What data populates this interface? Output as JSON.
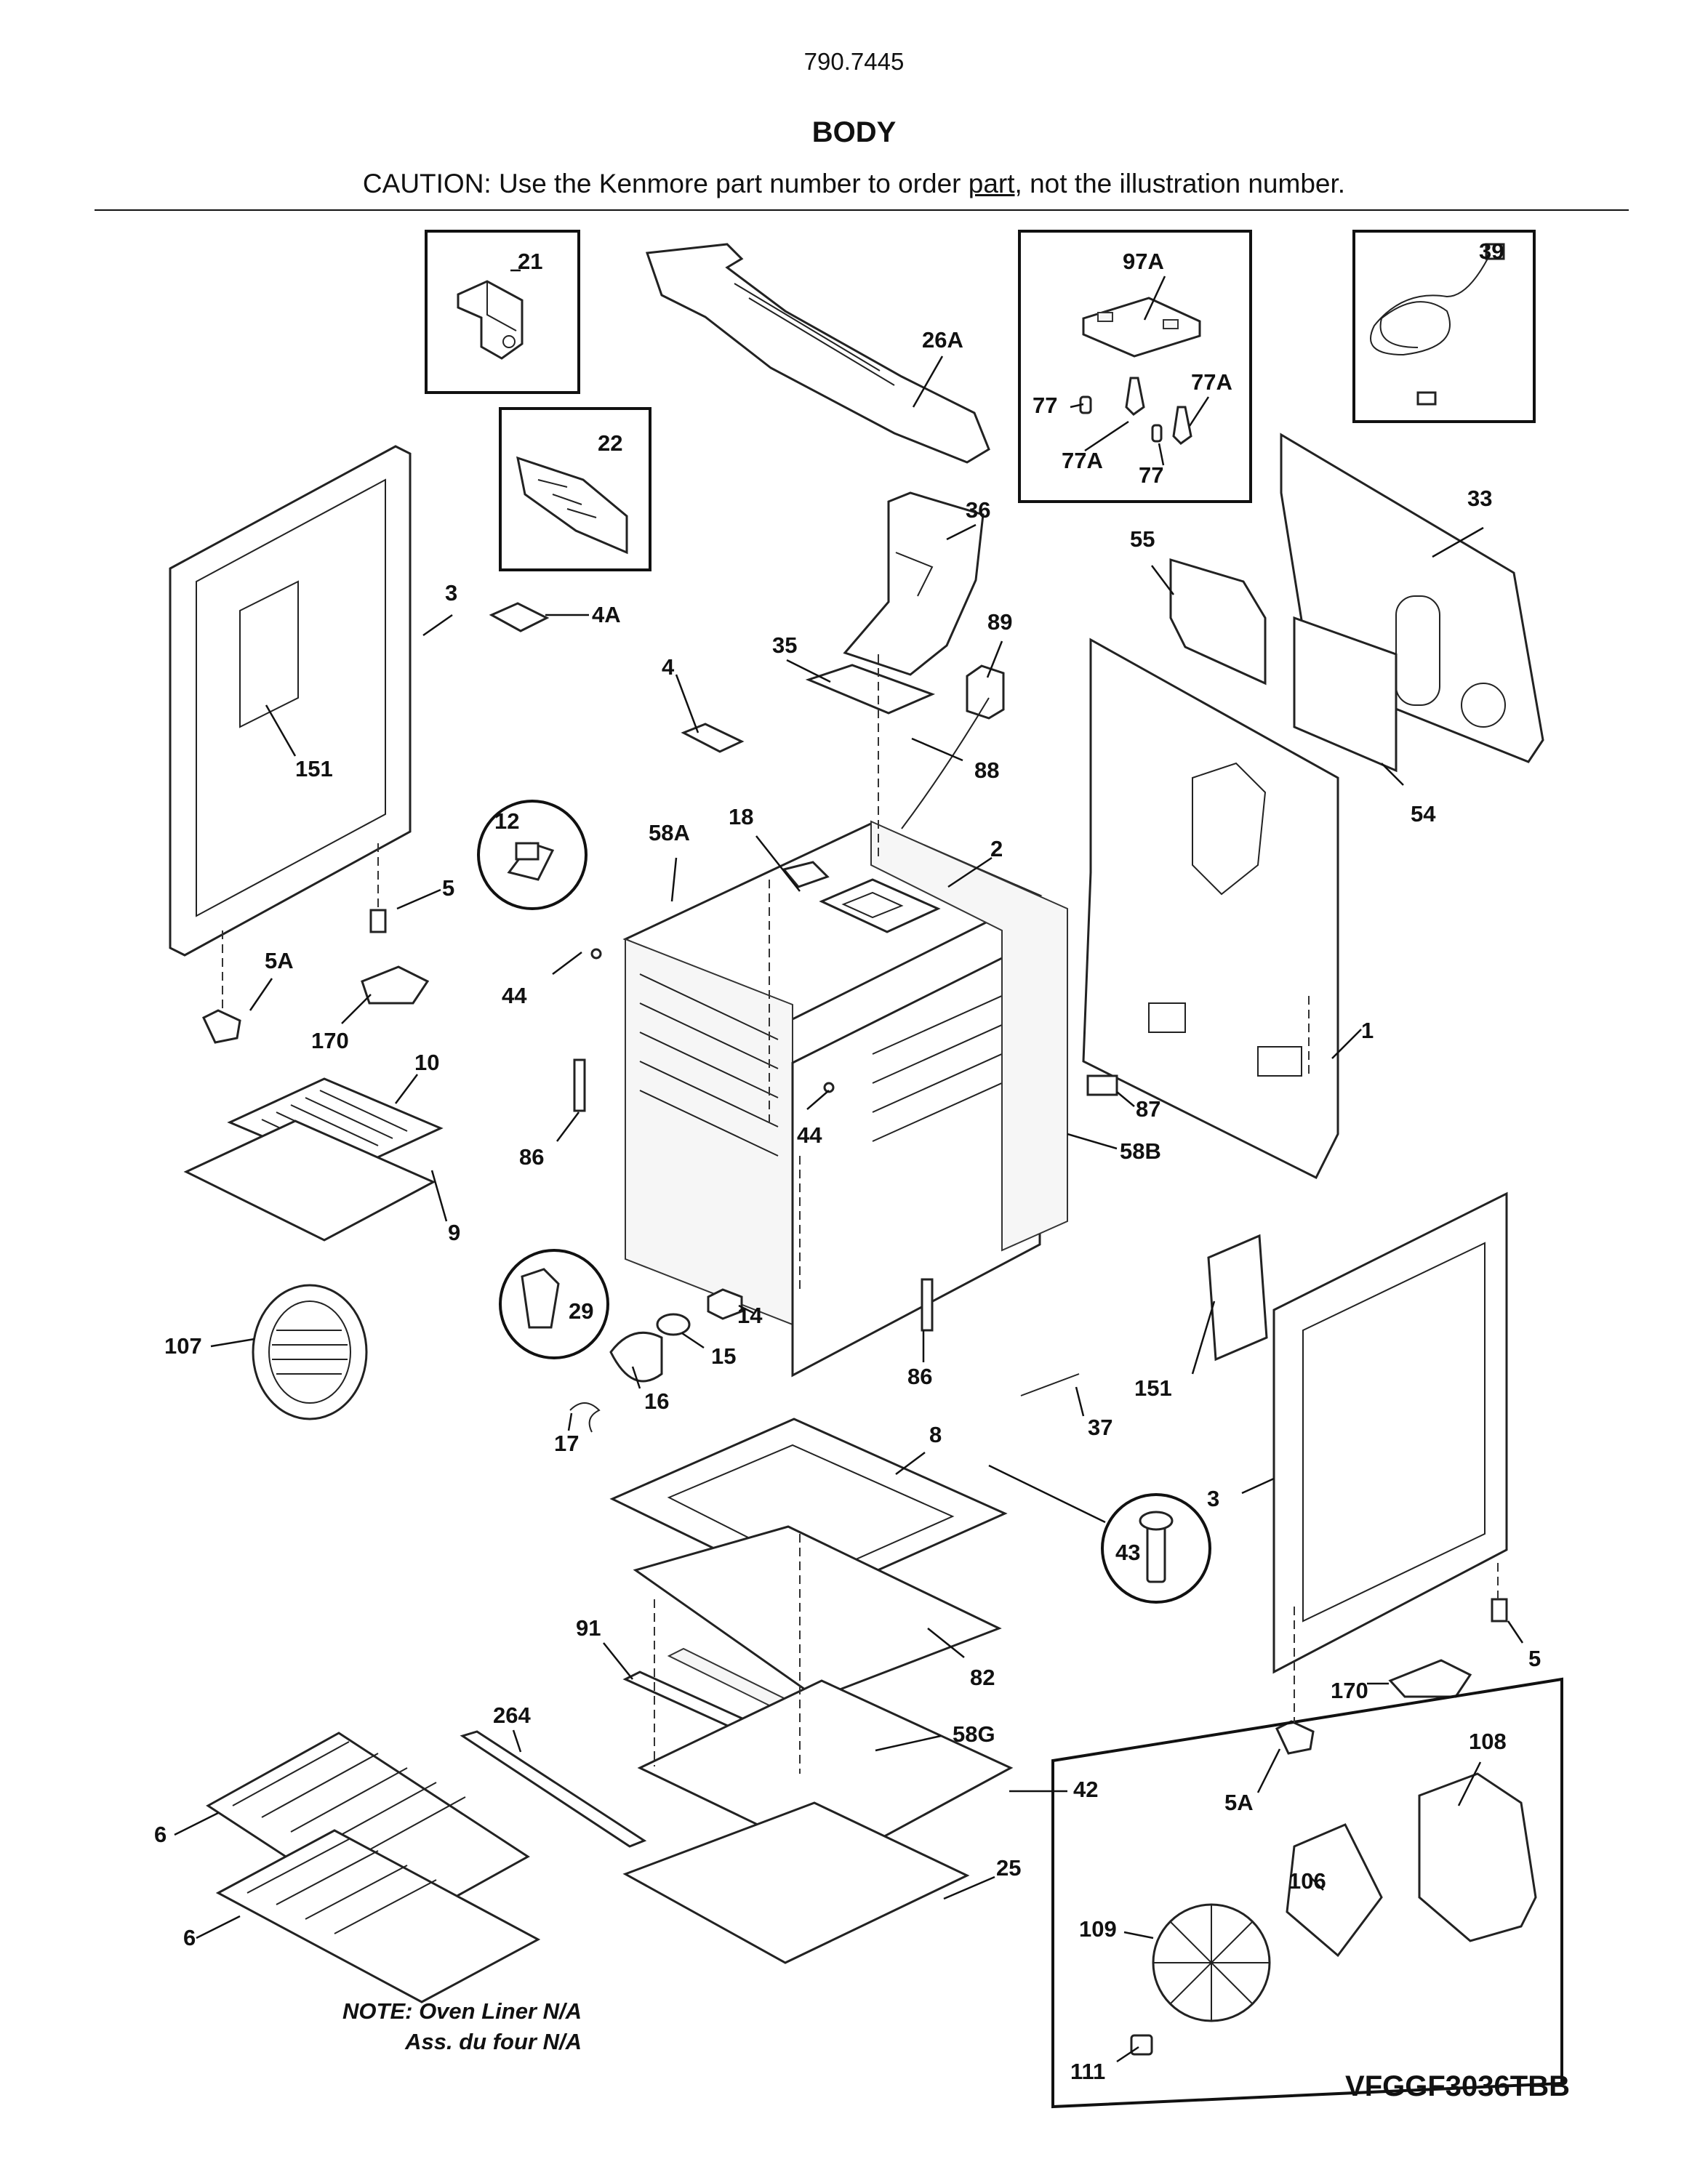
{
  "header": {
    "doc_number": "790.7445",
    "title": "BODY",
    "caution_prefix": "CAUTION: Use the Kenmore part number to order ",
    "caution_link": "part",
    "caution_suffix": ", not the illustration number."
  },
  "callouts": {
    "c21": "21",
    "c22": "22",
    "c26A": "26A",
    "c97A": "97A",
    "c77a": "77",
    "c77b": "77",
    "c77Aa": "77A",
    "c77Ab": "77A",
    "c39": "39",
    "c33": "33",
    "c36": "36",
    "c55": "55",
    "c3a": "3",
    "c4A": "4A",
    "c35": "35",
    "c89": "89",
    "c4": "4",
    "c88": "88",
    "c151a": "151",
    "c54": "54",
    "c12": "12",
    "c18": "18",
    "c58A": "58A",
    "c2": "2",
    "c5a": "5",
    "c5Aa": "5A",
    "c170a": "170",
    "c44a": "44",
    "c1": "1",
    "c10": "10",
    "c86a": "86",
    "c44b": "44",
    "c87": "87",
    "c58B": "58B",
    "c9": "9",
    "c29": "29",
    "c14": "14",
    "c107": "107",
    "c15": "15",
    "c16": "16",
    "c86b": "86",
    "c151b": "151",
    "c37": "37",
    "c17": "17",
    "c8": "8",
    "c3b": "3",
    "c43": "43",
    "c91": "91",
    "c82": "82",
    "c5b": "5",
    "c170b": "170",
    "c108": "108",
    "c264": "264",
    "c58G": "58G",
    "c42": "42",
    "c5Ab": "5A",
    "c6a": "6",
    "c106": "106",
    "c25": "25",
    "c6b": "6",
    "c109": "109",
    "c111": "111"
  },
  "footer": {
    "note_line1": "NOTE: Oven Liner N/A",
    "note_line2": "Ass. du four N/A",
    "model": "VFGGF3036TBB"
  }
}
